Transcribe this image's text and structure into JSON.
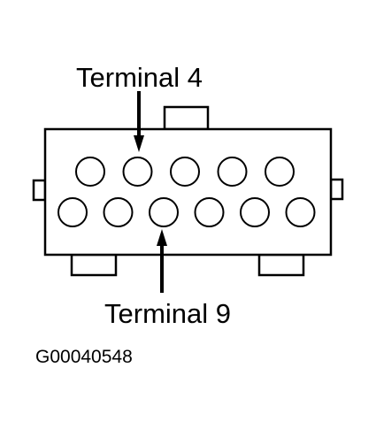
{
  "diagram": {
    "callouts": {
      "top": "Terminal 4",
      "bottom": "Terminal 9"
    },
    "figure_id": "G00040548",
    "connector": {
      "top_row_count": 5,
      "bottom_row_count": 6,
      "top_row_labeled_index": 1,
      "bottom_row_labeled_index": 2
    },
    "colors": {
      "line": "#000000",
      "background": "#ffffff"
    }
  }
}
